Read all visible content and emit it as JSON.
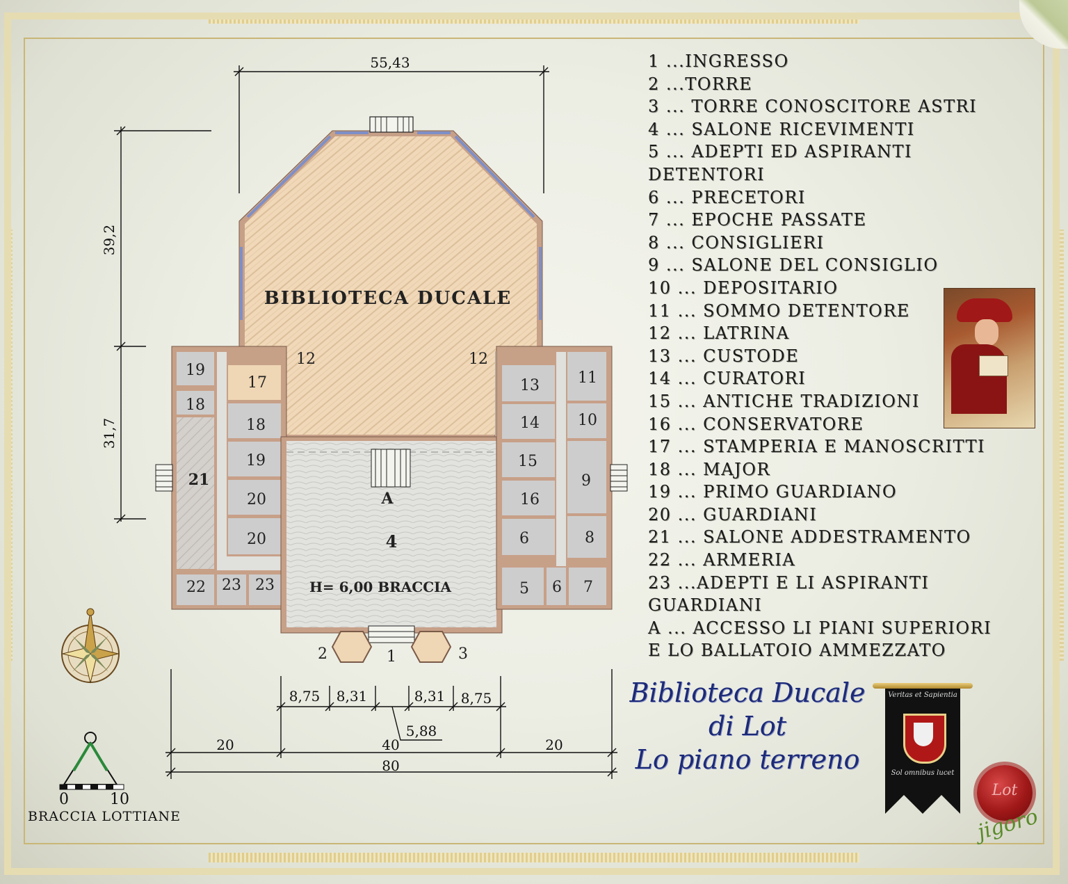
{
  "plan": {
    "library_label": "BIBLIOTECA DUCALE",
    "height_note": "H= 6,00 BRACCIA",
    "access_label": "A",
    "rooms": {
      "r12a": "12",
      "r12b": "12",
      "r19a": "19",
      "r18a": "18",
      "r21": "21",
      "r22": "22",
      "r23a": "23",
      "r23b": "23",
      "r17": "17",
      "r18b": "18",
      "r19b": "19",
      "r20a": "20",
      "r20b": "20",
      "r4": "4",
      "r13": "13",
      "r14": "14",
      "r15": "15",
      "r16": "16",
      "r6a": "6",
      "r5": "5",
      "r6b": "6",
      "r7": "7",
      "r11": "11",
      "r10": "10",
      "r9": "9",
      "r8": "8",
      "r1": "1",
      "r2": "2",
      "r3": "3"
    },
    "dimensions": {
      "top_width": "55,43",
      "left_upper": "39,2",
      "left_lower": "31,7",
      "d1": "8,75",
      "d2": "8,31",
      "d3": "8,31",
      "d4": "8,75",
      "d_center": "5,88",
      "seg_left": "20",
      "seg_mid": "40",
      "seg_right": "20",
      "total": "80"
    },
    "scale": {
      "zero": "0",
      "ten": "10",
      "unit": "BRACCIA LOTTIANE"
    }
  },
  "legend": [
    "1 ...INGRESSO",
    "2 ...TORRE",
    "3 ... TORRE CONOSCITORE ASTRI",
    "4 ... SALONE RICEVIMENTI",
    "5 ... ADEPTI ED ASPIRANTI",
    "DETENTORI",
    "6 ... PRECETORI",
    "7 ... EPOCHE PASSATE",
    "8 ... CONSIGLIERI",
    "9 ... SALONE DEL CONSIGLIO",
    "10 ... DEPOSITARIO",
    "11 ... SOMMO DETENTORE",
    "12 ... LATRINA",
    "13 ... CUSTODE",
    "14 ... CURATORI",
    "15 ... ANTICHE TRADIZIONI",
    "16 ... CONSERVATORE",
    "17 ... STAMPERIA E MANOSCRITTI",
    "18 ... MAJOR",
    "19 ... PRIMO GUARDIANO",
    "20 ... GUARDIANI",
    "21 ... SALONE ADDESTRAMENTO",
    "22 ... ARMERIA",
    "23 ...ADEPTI E LI  ASPIRANTI",
    "GUARDIANI",
    "A ... ACCESSO LI  PIANI SUPERIORI",
    "E LO BALLATOIO AMMEZZATO"
  ],
  "title": {
    "line1": "Biblioteca Ducale",
    "line2": "di Lot",
    "line3": "Lo piano terreno"
  },
  "banner": {
    "motto_top": "Veritas et Sapientia",
    "motto_bottom": "Sol omnibus lucet"
  },
  "seal_text": "Lot",
  "signature": "jigoro",
  "colors": {
    "wood": "#efd6b4",
    "stone_floor": "#d9d9d4",
    "rooms": "#cfcfcf",
    "wall": "#c7a088",
    "window": "#7e8fc8",
    "title_ink": "#1c2a78"
  }
}
